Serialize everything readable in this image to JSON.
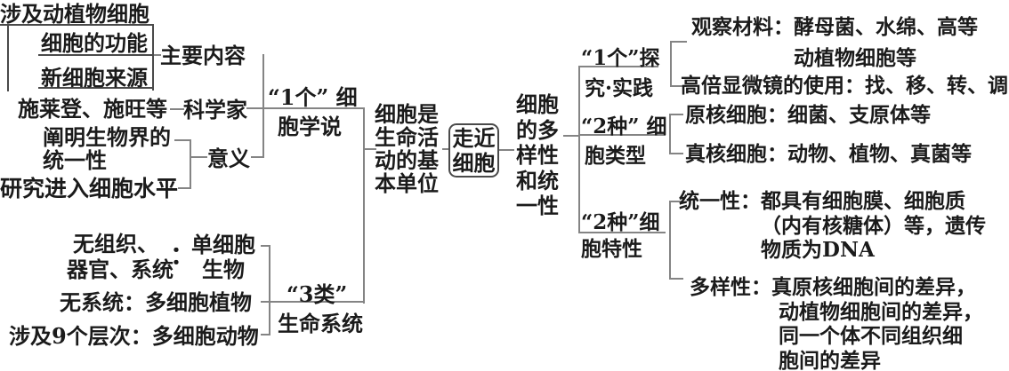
{
  "colors": {
    "text": "#1b1b1b",
    "connector": "#848484",
    "box_border": "#4a4a4a",
    "background": "#ffffff"
  },
  "center_node": {
    "label": "走近细胞"
  },
  "core_conclusion": {
    "label": "细胞是生命活动的基本单位"
  },
  "left": {
    "cell_theory": {
      "label_lines": [
        "“1个” 细",
        "胞学说"
      ],
      "main_content": {
        "label": "主要内容",
        "items": [
          "涉及动植物细胞",
          "细胞的功能",
          "新细胞来源"
        ]
      },
      "scientists": {
        "label": "科学家",
        "item": "施莱登、施旺等"
      },
      "significance": {
        "label": "意义",
        "item1_lines": [
          "阐明生物界的",
          "统一性"
        ],
        "item2": "研究进入细胞水平"
      }
    },
    "life_systems": {
      "label_lines": [
        "“3类”",
        "生命系统"
      ],
      "unicellular": {
        "line1_left": "无组织、",
        "line1_right": "单细胞",
        "line2_left": "器官、系统",
        "colon": "：",
        "line2_right": "生物"
      },
      "plants": "无系统：多细胞植物",
      "animals": "涉及9个层次：多细胞动物"
    }
  },
  "right": {
    "theme": {
      "label": "细胞的多样性和统一性"
    },
    "explore": {
      "label_lines": [
        "“1个”探",
        "究·实践"
      ],
      "observation_lines": [
        "观察材料：酵母菌、水绵、高等",
        "动植物细胞等"
      ],
      "microscope": "高倍显微镜的使用：找、移、转、调"
    },
    "cell_types": {
      "label_lines": [
        "“2种” 细",
        "胞类型"
      ],
      "prokaryote": "原核细胞：细菌、支原体等",
      "eukaryote": "真核细胞：动物、植物、真菌等"
    },
    "cell_features": {
      "label_lines": [
        "“2种”细",
        "胞特性"
      ],
      "unity_lines": [
        "统一性：都具有细胞膜、细胞质",
        "（内有核糖体）等，遗传",
        "物质为DNA"
      ],
      "diversity_lines": [
        "多样性：真原核细胞间的差异，",
        "动植物细胞间的差异，",
        "同一个体不同组织细",
        "胞间的差异"
      ]
    }
  }
}
